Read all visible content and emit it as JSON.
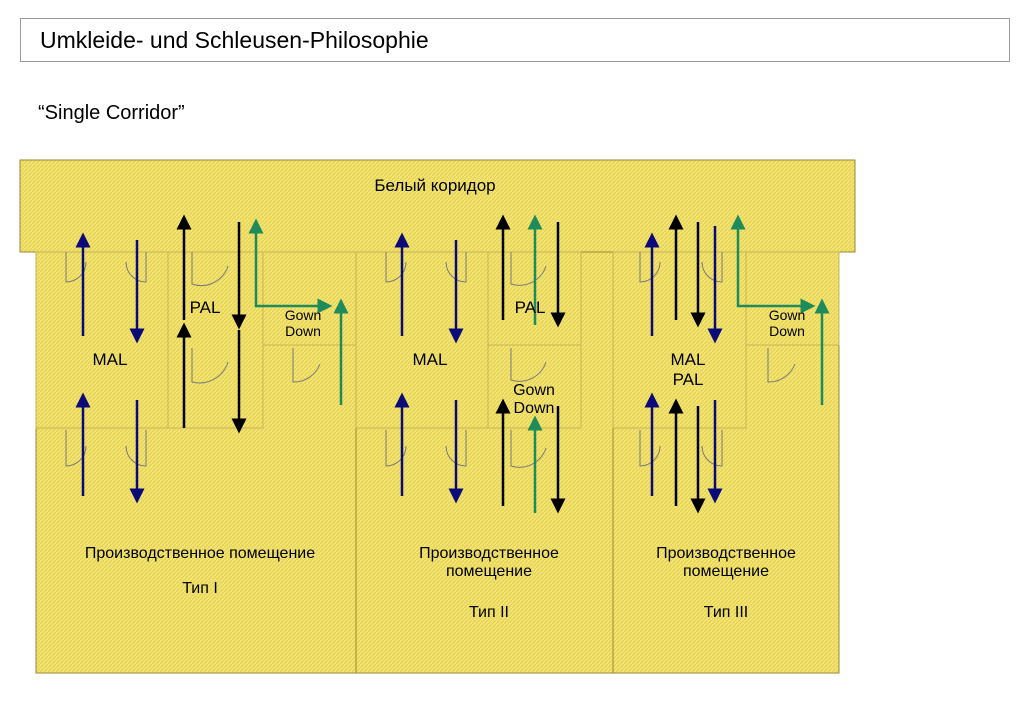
{
  "title": "Umkleide- und Schleusen-Philosophie",
  "subtitle": "“Single Corridor”",
  "diagram": {
    "corridor_label": "Белый коридор",
    "colors": {
      "fill": "#f2e472",
      "hatch": "#e3cf4e",
      "border": "#9a8a33",
      "inner_line": "#c8b45a",
      "door": "#7a7a7a",
      "arrow_blue": "#0a0a78",
      "arrow_black": "#000000",
      "arrow_green": "#1f8a5a"
    },
    "rooms": [
      {
        "type_label": "Тип I",
        "production_label": "Производственное помещение",
        "mal_label": "MAL",
        "pal_label": "PAL",
        "gown_label": [
          "Gown",
          "Down"
        ]
      },
      {
        "type_label": "Тип II",
        "production_label": [
          "Производственное",
          "помещение"
        ],
        "mal_label": "MAL",
        "pal_label": "PAL",
        "gown_label": [
          "Gown",
          "Down"
        ]
      },
      {
        "type_label": "Тип III",
        "production_label": [
          "Производственное",
          "помещение"
        ],
        "mal_label": [
          "MAL",
          "PAL"
        ],
        "gown_label": [
          "Gown",
          "Down"
        ]
      }
    ]
  }
}
